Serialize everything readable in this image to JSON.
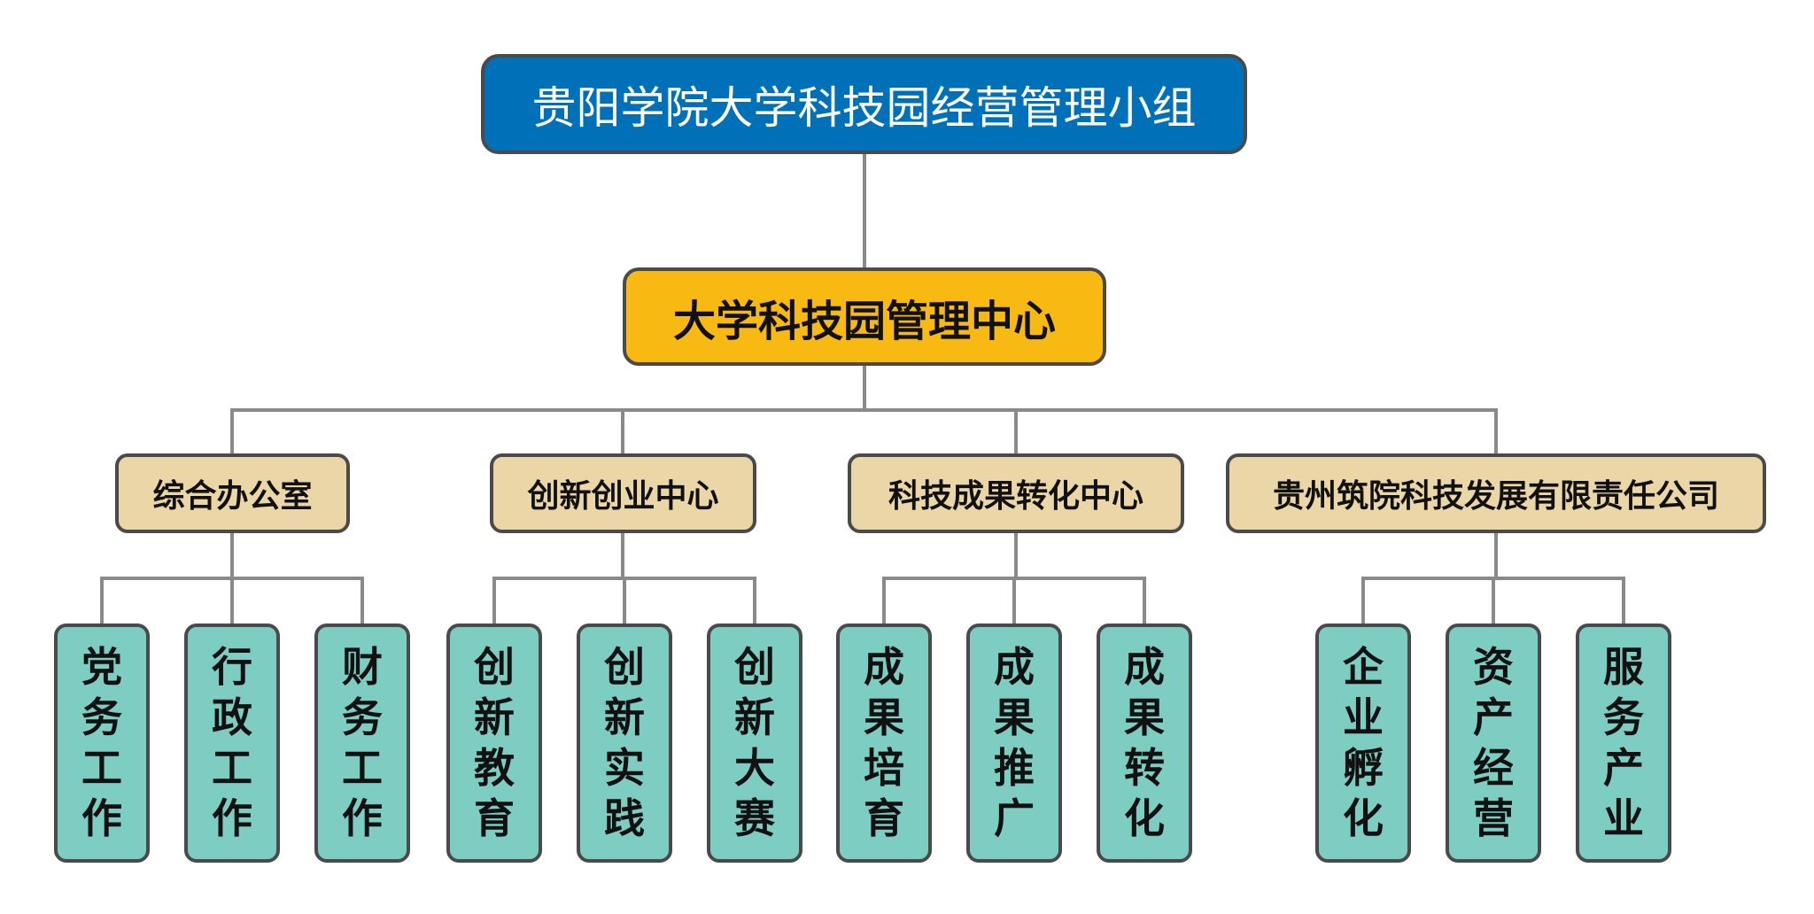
{
  "org_chart": {
    "root": {
      "label": "贵阳学院大学科技园经营管理小组"
    },
    "center": {
      "label": "大学科技园管理中心"
    },
    "departments": [
      {
        "label": "综合办公室",
        "children": [
          "党务工作",
          "行政工作",
          "财务工作"
        ]
      },
      {
        "label": "创新创业中心",
        "children": [
          "创新教育",
          "创新实践",
          "创新大赛"
        ]
      },
      {
        "label": "科技成果转化中心",
        "children": [
          "成果培育",
          "成果推广",
          "成果转化"
        ]
      },
      {
        "label": "贵州筑院科技发展有限责任公司",
        "children": [
          "企业孵化",
          "资产经营",
          "服务产业"
        ]
      }
    ]
  },
  "colors": {
    "root_fill": "#0071b8",
    "center_fill": "#f8b912",
    "department_fill": "#ead6a6",
    "leaf_fill": "#7ecdc2",
    "border": "#4a4a4a",
    "connector": "#8a8a8a"
  }
}
